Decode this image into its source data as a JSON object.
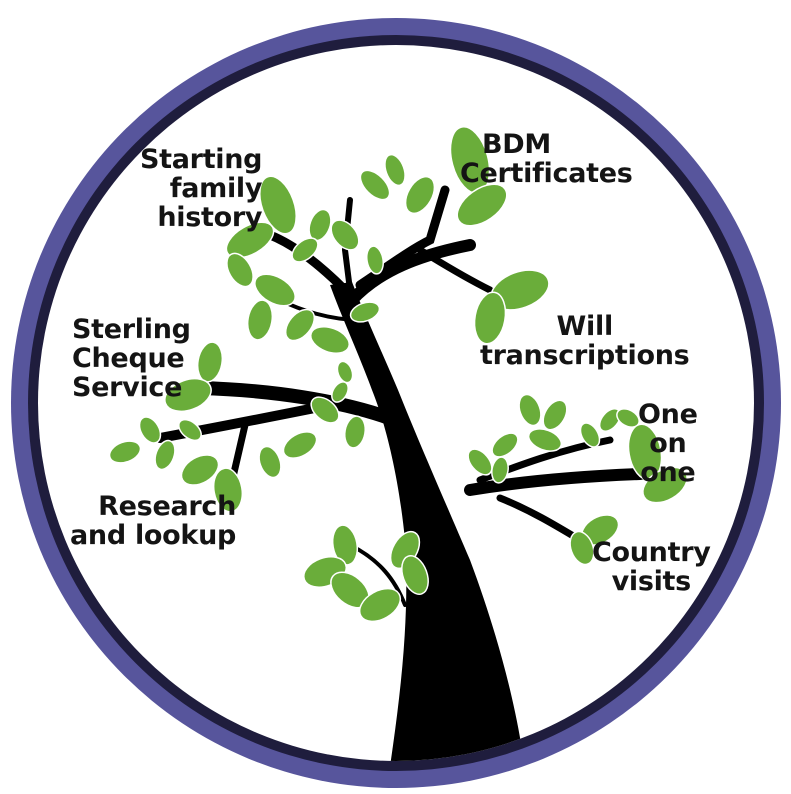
{
  "services": [
    {
      "id": "starting-family-history",
      "lines": [
        "Starting",
        "family",
        "history"
      ]
    },
    {
      "id": "bdm-certificates",
      "lines": [
        "BDM",
        "Certificates"
      ]
    },
    {
      "id": "will-transcriptions",
      "lines": [
        "Will",
        "transcriptions"
      ]
    },
    {
      "id": "sterling-cheque-service",
      "lines": [
        "Sterling",
        "Cheque",
        "Service"
      ]
    },
    {
      "id": "one-on-one",
      "lines": [
        "One",
        "on",
        "one"
      ]
    },
    {
      "id": "research-and-lookup",
      "lines": [
        "Research",
        "and lookup"
      ]
    },
    {
      "id": "country-visits",
      "lines": [
        "Country",
        "visits"
      ]
    }
  ],
  "colors": {
    "ring_outer": "#57559c",
    "ring_inner": "#1f1d3d",
    "background": "#ffffff",
    "trunk": "#000000",
    "leaf": "#6aad3a",
    "leaf_dark": "#4f8f2a",
    "text": "#141414"
  }
}
